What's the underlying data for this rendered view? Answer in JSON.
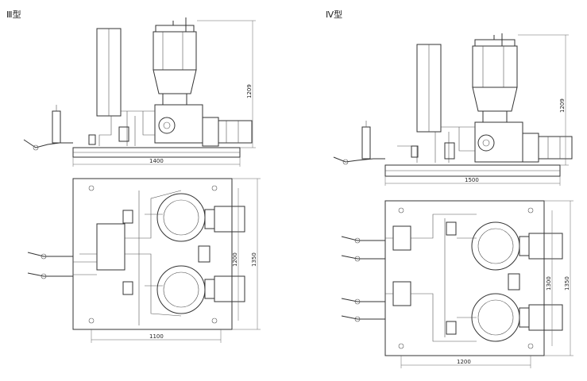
{
  "type_iii": {
    "label": "Ⅲ型",
    "dims": {
      "height": "1209",
      "width_side": "1400",
      "width_plan": "1100",
      "depth_inner": "1200",
      "depth_outer": "1350"
    }
  },
  "type_iv": {
    "label": "Ⅳ型",
    "dims": {
      "height": "1209",
      "width_side": "1500",
      "width_plan": "1200",
      "depth_inner": "1300",
      "depth_outer": "1350"
    }
  }
}
